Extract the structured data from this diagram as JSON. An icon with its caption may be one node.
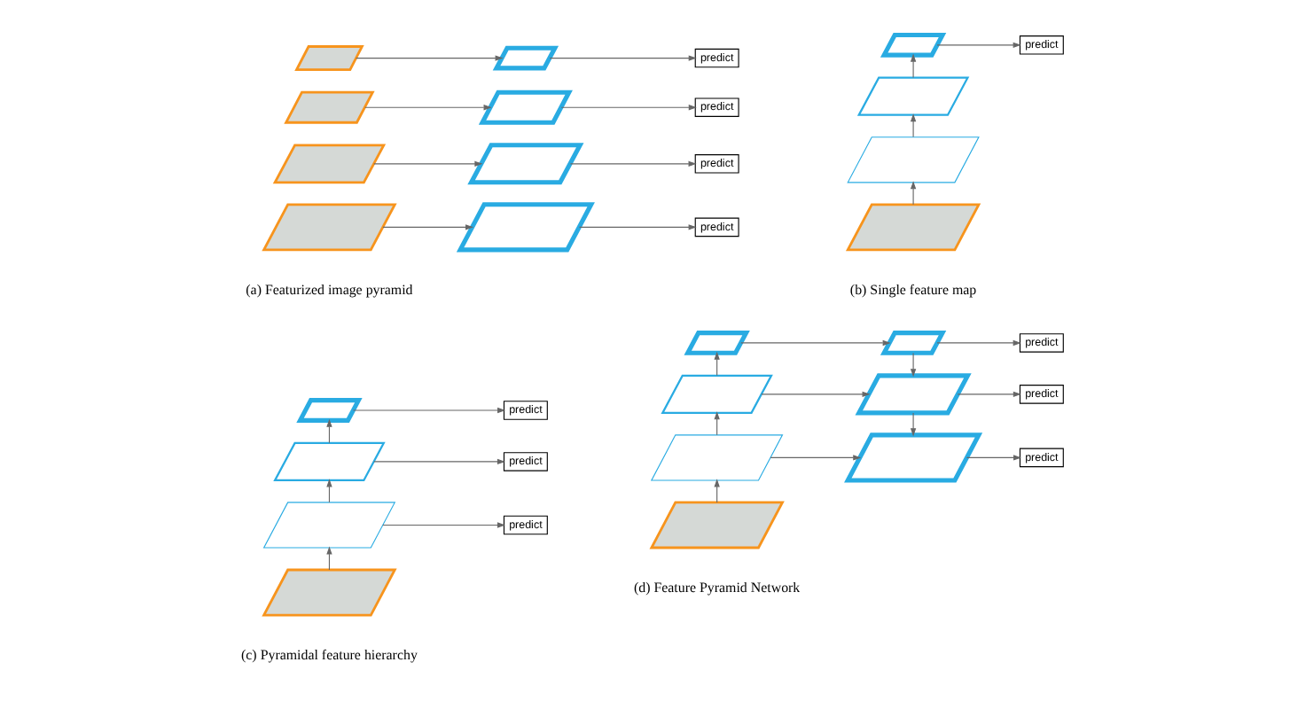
{
  "diagram": {
    "nodes": [
      {
        "text": [],
        "shape": "parallelogram"
      },
      {
        "text": [],
        "shape": "parallelogram"
      },
      {
        "text": [],
        "shape": "parallelogram"
      },
      {
        "text": [],
        "shape": "parallelogram"
      },
      {
        "text": [],
        "shape": "parallelogram"
      },
      {
        "text": [],
        "shape": "parallelogram"
      },
      {
        "text": [],
        "shape": "parallelogram"
      },
      {
        "text": [],
        "shape": "parallelogram"
      },
      {
        "text": [
          "predict"
        ]
      },
      {
        "text": [
          "predict"
        ]
      },
      {
        "text": [
          "predict"
        ]
      },
      {
        "text": [
          "predict"
        ]
      },
      {
        "text": [],
        "shape": "parallelogram"
      },
      {
        "text": [],
        "shape": "parallelogram"
      },
      {
        "text": [],
        "shape": "parallelogram"
      },
      {
        "text": [],
        "shape": "parallelogram"
      },
      {
        "text": [
          "predict"
        ]
      },
      {
        "text": [],
        "shape": "parallelogram"
      },
      {
        "text": [],
        "shape": "parallelogram"
      },
      {
        "text": [],
        "shape": "parallelogram"
      },
      {
        "text": [],
        "shape": "parallelogram"
      },
      {
        "text": [
          "predict"
        ]
      },
      {
        "text": [
          "predict"
        ]
      },
      {
        "text": [
          "predict"
        ]
      },
      {
        "text": [],
        "shape": "parallelogram"
      },
      {
        "text": [],
        "shape": "parallelogram"
      },
      {
        "text": [],
        "shape": "parallelogram"
      },
      {
        "text": [],
        "shape": "parallelogram"
      },
      {
        "text": [],
        "shape": "parallelogram"
      },
      {
        "text": [],
        "shape": "parallelogram"
      },
      {
        "text": [],
        "shape": "parallelogram"
      },
      {
        "text": [
          "predict"
        ]
      },
      {
        "text": [
          "predict"
        ]
      },
      {
        "text": [
          "predict"
        ]
      }
    ],
    "edges": [
      {
        "from": 0,
        "to": 4,
        "arrow": "to"
      },
      {
        "from": 1,
        "to": 5,
        "arrow": "to"
      },
      {
        "from": 2,
        "to": 6,
        "arrow": "to"
      },
      {
        "from": 3,
        "to": 7,
        "arrow": "to"
      },
      {
        "from": 4,
        "to": 8,
        "arrow": "to"
      },
      {
        "from": 5,
        "to": 9,
        "arrow": "to"
      },
      {
        "from": 6,
        "to": 10,
        "arrow": "to"
      },
      {
        "from": 7,
        "to": 11,
        "arrow": "to"
      },
      {
        "from": 15,
        "to": 14,
        "arrow": "to"
      },
      {
        "from": 14,
        "to": 13,
        "arrow": "to"
      },
      {
        "from": 13,
        "to": 12,
        "arrow": "to"
      },
      {
        "from": 12,
        "to": 16,
        "arrow": "to"
      },
      {
        "from": 20,
        "to": 19,
        "arrow": "to"
      },
      {
        "from": 19,
        "to": 18,
        "arrow": "to"
      },
      {
        "from": 18,
        "to": 17,
        "arrow": "to"
      },
      {
        "from": 17,
        "to": 21,
        "arrow": "to"
      },
      {
        "from": 18,
        "to": 22,
        "arrow": "to"
      },
      {
        "from": 19,
        "to": 23,
        "arrow": "to"
      },
      {
        "from": 27,
        "to": 26,
        "arrow": "to"
      },
      {
        "from": 26,
        "to": 25,
        "arrow": "to"
      },
      {
        "from": 25,
        "to": 24,
        "arrow": "to"
      },
      {
        "from": 24,
        "to": 28,
        "arrow": "to"
      },
      {
        "from": 28,
        "to": 29,
        "arrow": "to"
      },
      {
        "from": 25,
        "to": 29,
        "arrow": "to"
      },
      {
        "from": 29,
        "to": 30,
        "arrow": "to"
      },
      {
        "from": 26,
        "to": 30,
        "arrow": "to"
      },
      {
        "from": 28,
        "to": 31,
        "arrow": "to"
      },
      {
        "from": 29,
        "to": 32,
        "arrow": "to"
      },
      {
        "from": 30,
        "to": 33,
        "arrow": "to"
      }
    ],
    "labels": [
      "(a) Featurized image pyramid",
      "(b) Single feature map",
      "(c) Pyramidal feature hierarchy",
      "(d) Feature Pyramid Network"
    ]
  }
}
